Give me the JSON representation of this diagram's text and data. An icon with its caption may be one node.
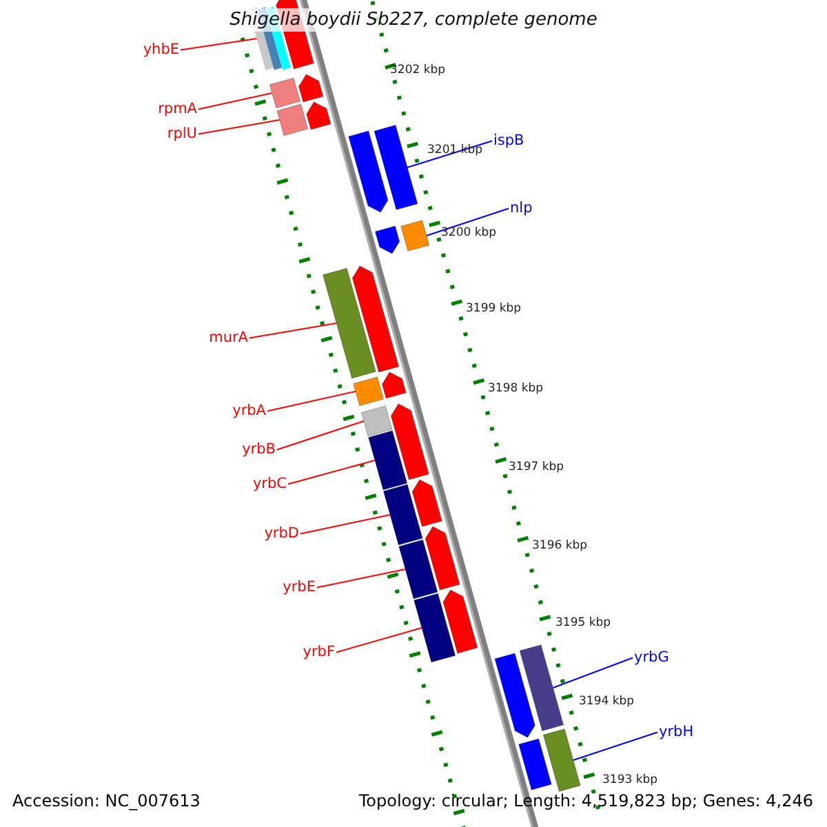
{
  "diagram": {
    "title": "Shigella boydii Sb227, complete genome",
    "nodes": [
      {
        "text": [
          "yhbE"
        ]
      },
      {
        "text": [],
        "shape": "bar"
      },
      {
        "text": [
          "rpmA"
        ]
      },
      {
        "text": [],
        "shape": "bar"
      },
      {
        "text": [
          "rplU"
        ]
      },
      {
        "text": [],
        "shape": "bar"
      },
      {
        "text": [
          "ispB"
        ]
      },
      {
        "text": [],
        "shape": "bar"
      },
      {
        "text": [
          "nlp"
        ]
      },
      {
        "text": [],
        "shape": "bar"
      },
      {
        "text": [
          "murA"
        ]
      },
      {
        "text": [],
        "shape": "bar"
      },
      {
        "text": [
          "yrbA"
        ]
      },
      {
        "text": [],
        "shape": "bar"
      },
      {
        "text": [
          "yrbB"
        ]
      },
      {
        "text": [],
        "shape": "bar"
      },
      {
        "text": [
          "yrbC"
        ]
      },
      {
        "text": [],
        "shape": "bar"
      },
      {
        "text": [
          "yrbD"
        ]
      },
      {
        "text": [],
        "shape": "bar"
      },
      {
        "text": [
          "yrbE"
        ]
      },
      {
        "text": [],
        "shape": "bar"
      },
      {
        "text": [
          "yrbF"
        ]
      },
      {
        "text": [],
        "shape": "bar"
      },
      {
        "text": [
          "yrbG"
        ]
      },
      {
        "text": [],
        "shape": "bar"
      },
      {
        "text": [
          "yrbH"
        ]
      },
      {
        "text": [],
        "shape": "bar"
      },
      {
        "text": [],
        "shape": "bar"
      },
      {
        "text": [],
        "shape": "bar"
      },
      {
        "text": [],
        "shape": "bar"
      },
      {
        "text": [],
        "shape": "bar"
      },
      {
        "text": [],
        "shape": "bar"
      },
      {
        "text": [],
        "shape": "bar"
      },
      {
        "text": [],
        "shape": "bar"
      },
      {
        "text": [],
        "shape": "bar"
      },
      {
        "text": [],
        "shape": "bar"
      },
      {
        "text": [],
        "shape": "bar"
      },
      {
        "text": [],
        "shape": "bar"
      },
      {
        "text": [],
        "shape": "bar"
      },
      {
        "text": [],
        "shape": "bar"
      }
    ],
    "edges": [
      {
        "from": 0,
        "to": 1,
        "arrow": "none"
      },
      {
        "from": 2,
        "to": 3,
        "arrow": "none"
      },
      {
        "from": 4,
        "to": 5,
        "arrow": "none"
      },
      {
        "from": 6,
        "to": 7,
        "arrow": "none",
        "color": "#0000ff"
      },
      {
        "from": 8,
        "to": 9,
        "arrow": "none",
        "color": "#0000ff"
      },
      {
        "from": 10,
        "to": 11,
        "arrow": "none"
      },
      {
        "from": 12,
        "to": 13,
        "arrow": "none"
      },
      {
        "from": 14,
        "to": 15,
        "arrow": "none"
      },
      {
        "from": 16,
        "to": 17,
        "arrow": "none"
      },
      {
        "from": 18,
        "to": 19,
        "arrow": "none"
      },
      {
        "from": 20,
        "to": 21,
        "arrow": "none"
      },
      {
        "from": 22,
        "to": 23,
        "arrow": "none"
      },
      {
        "from": 24,
        "to": 25,
        "arrow": "none",
        "color": "#0000ff"
      },
      {
        "from": 26,
        "to": 27,
        "arrow": "none",
        "color": "#0000ff"
      }
    ],
    "labels": [
      "3202 kbp",
      "3201 kbp",
      "3200 kbp",
      "3199 kbp",
      "3198 kbp",
      "3197 kbp",
      "3196 kbp",
      "3195 kbp",
      "3194 kbp",
      "3193 kbp",
      "Accession: NC_007613",
      "Topology: circular; Length: 4,519,823 bp; Genes: 4,246"
    ]
  }
}
